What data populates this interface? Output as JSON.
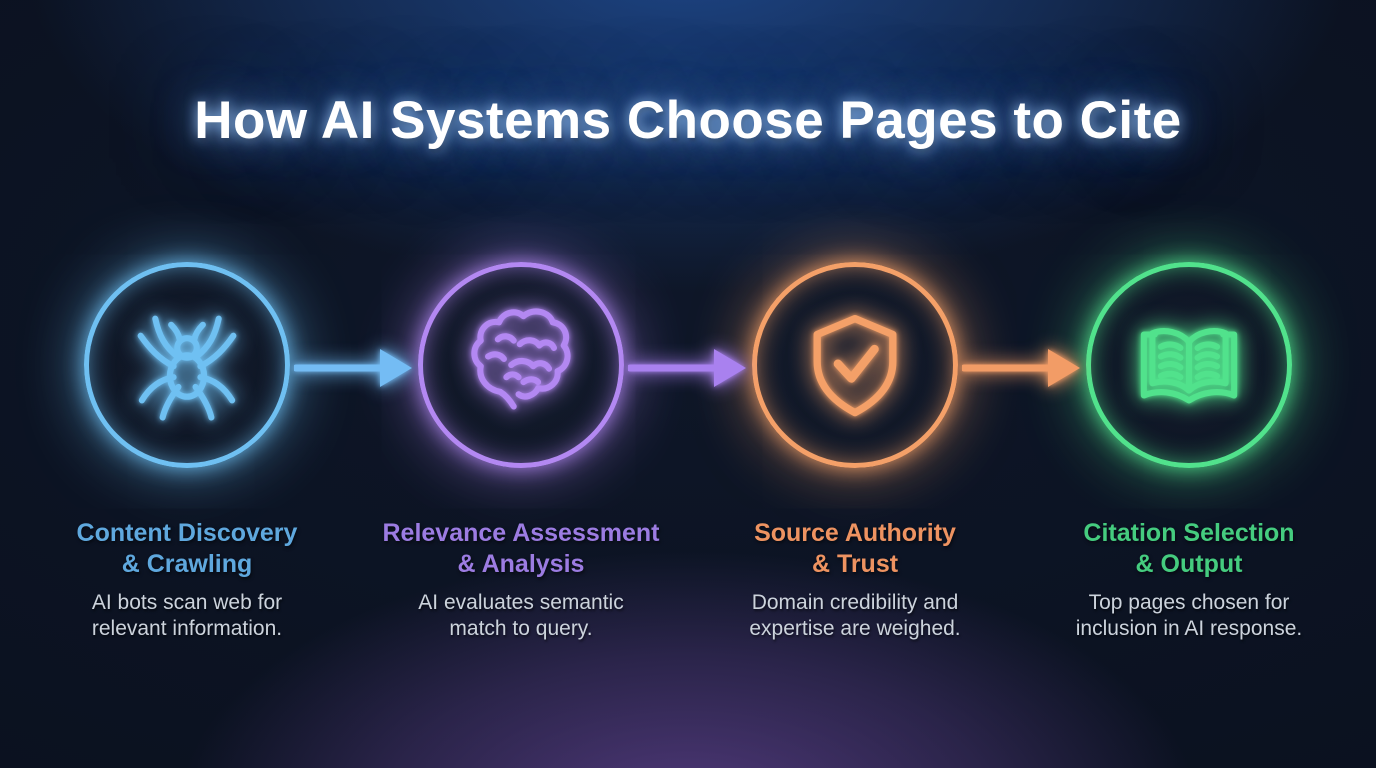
{
  "title": "How AI Systems Choose Pages to Cite",
  "background": {
    "base_color": "#0c1322",
    "top_glow_color": "#1d4381",
    "bottom_glow_color": "#4e3878",
    "title_color": "#ffffff"
  },
  "steps": [
    {
      "icon": "spider-crawler-icon",
      "heading_line1": "Content Discovery",
      "heading_line2": "& Crawling",
      "desc_line1": "AI bots scan web for",
      "desc_line2": "relevant information.",
      "neon": "#6fc0f2",
      "heading_color": "#5fa8de"
    },
    {
      "icon": "brain-icon",
      "heading_line1": "Relevance Assessment",
      "heading_line2": "& Analysis",
      "desc_line1": "AI evaluates semantic",
      "desc_line2": "match to query.",
      "neon": "#b388f2",
      "heading_color": "#9c7ce2"
    },
    {
      "icon": "shield-check-icon",
      "heading_line1": "Source Authority",
      "heading_line2": "& Trust",
      "desc_line1": "Domain credibility and",
      "desc_line2": "expertise are weighed.",
      "neon": "#f4a068",
      "heading_color": "#ee9361"
    },
    {
      "icon": "open-book-icon",
      "heading_line1": "Citation Selection",
      "heading_line2": "& Output",
      "desc_line1": "Top pages chosen for",
      "desc_line2": "inclusion in AI response.",
      "neon": "#51e28c",
      "heading_color": "#45cc7f"
    }
  ],
  "arrows": [
    {
      "color": "#74bcf4"
    },
    {
      "color": "#a981ef"
    },
    {
      "color": "#f29c66"
    }
  ],
  "description_text_color": "#ccd3dc"
}
